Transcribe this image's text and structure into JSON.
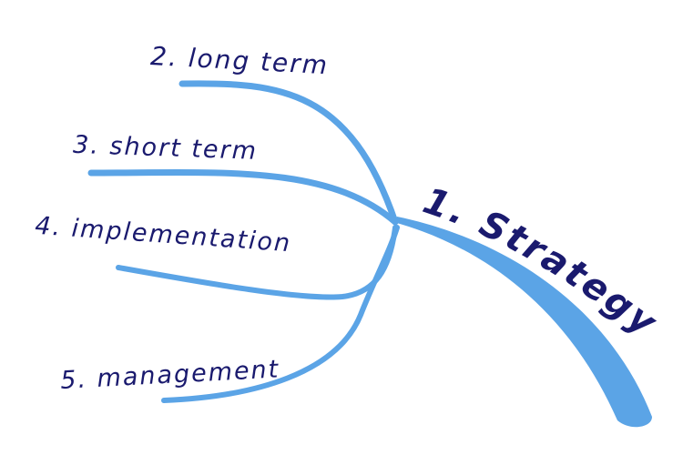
{
  "mindmap": {
    "central": {
      "label": "1. Strategy"
    },
    "branches": [
      {
        "label": "2. long term"
      },
      {
        "label": "3. short term"
      },
      {
        "label": "4. implementation"
      },
      {
        "label": "5. management"
      }
    ]
  },
  "colors": {
    "branch": "#5ba4e6",
    "text": "#1a1a6e"
  }
}
